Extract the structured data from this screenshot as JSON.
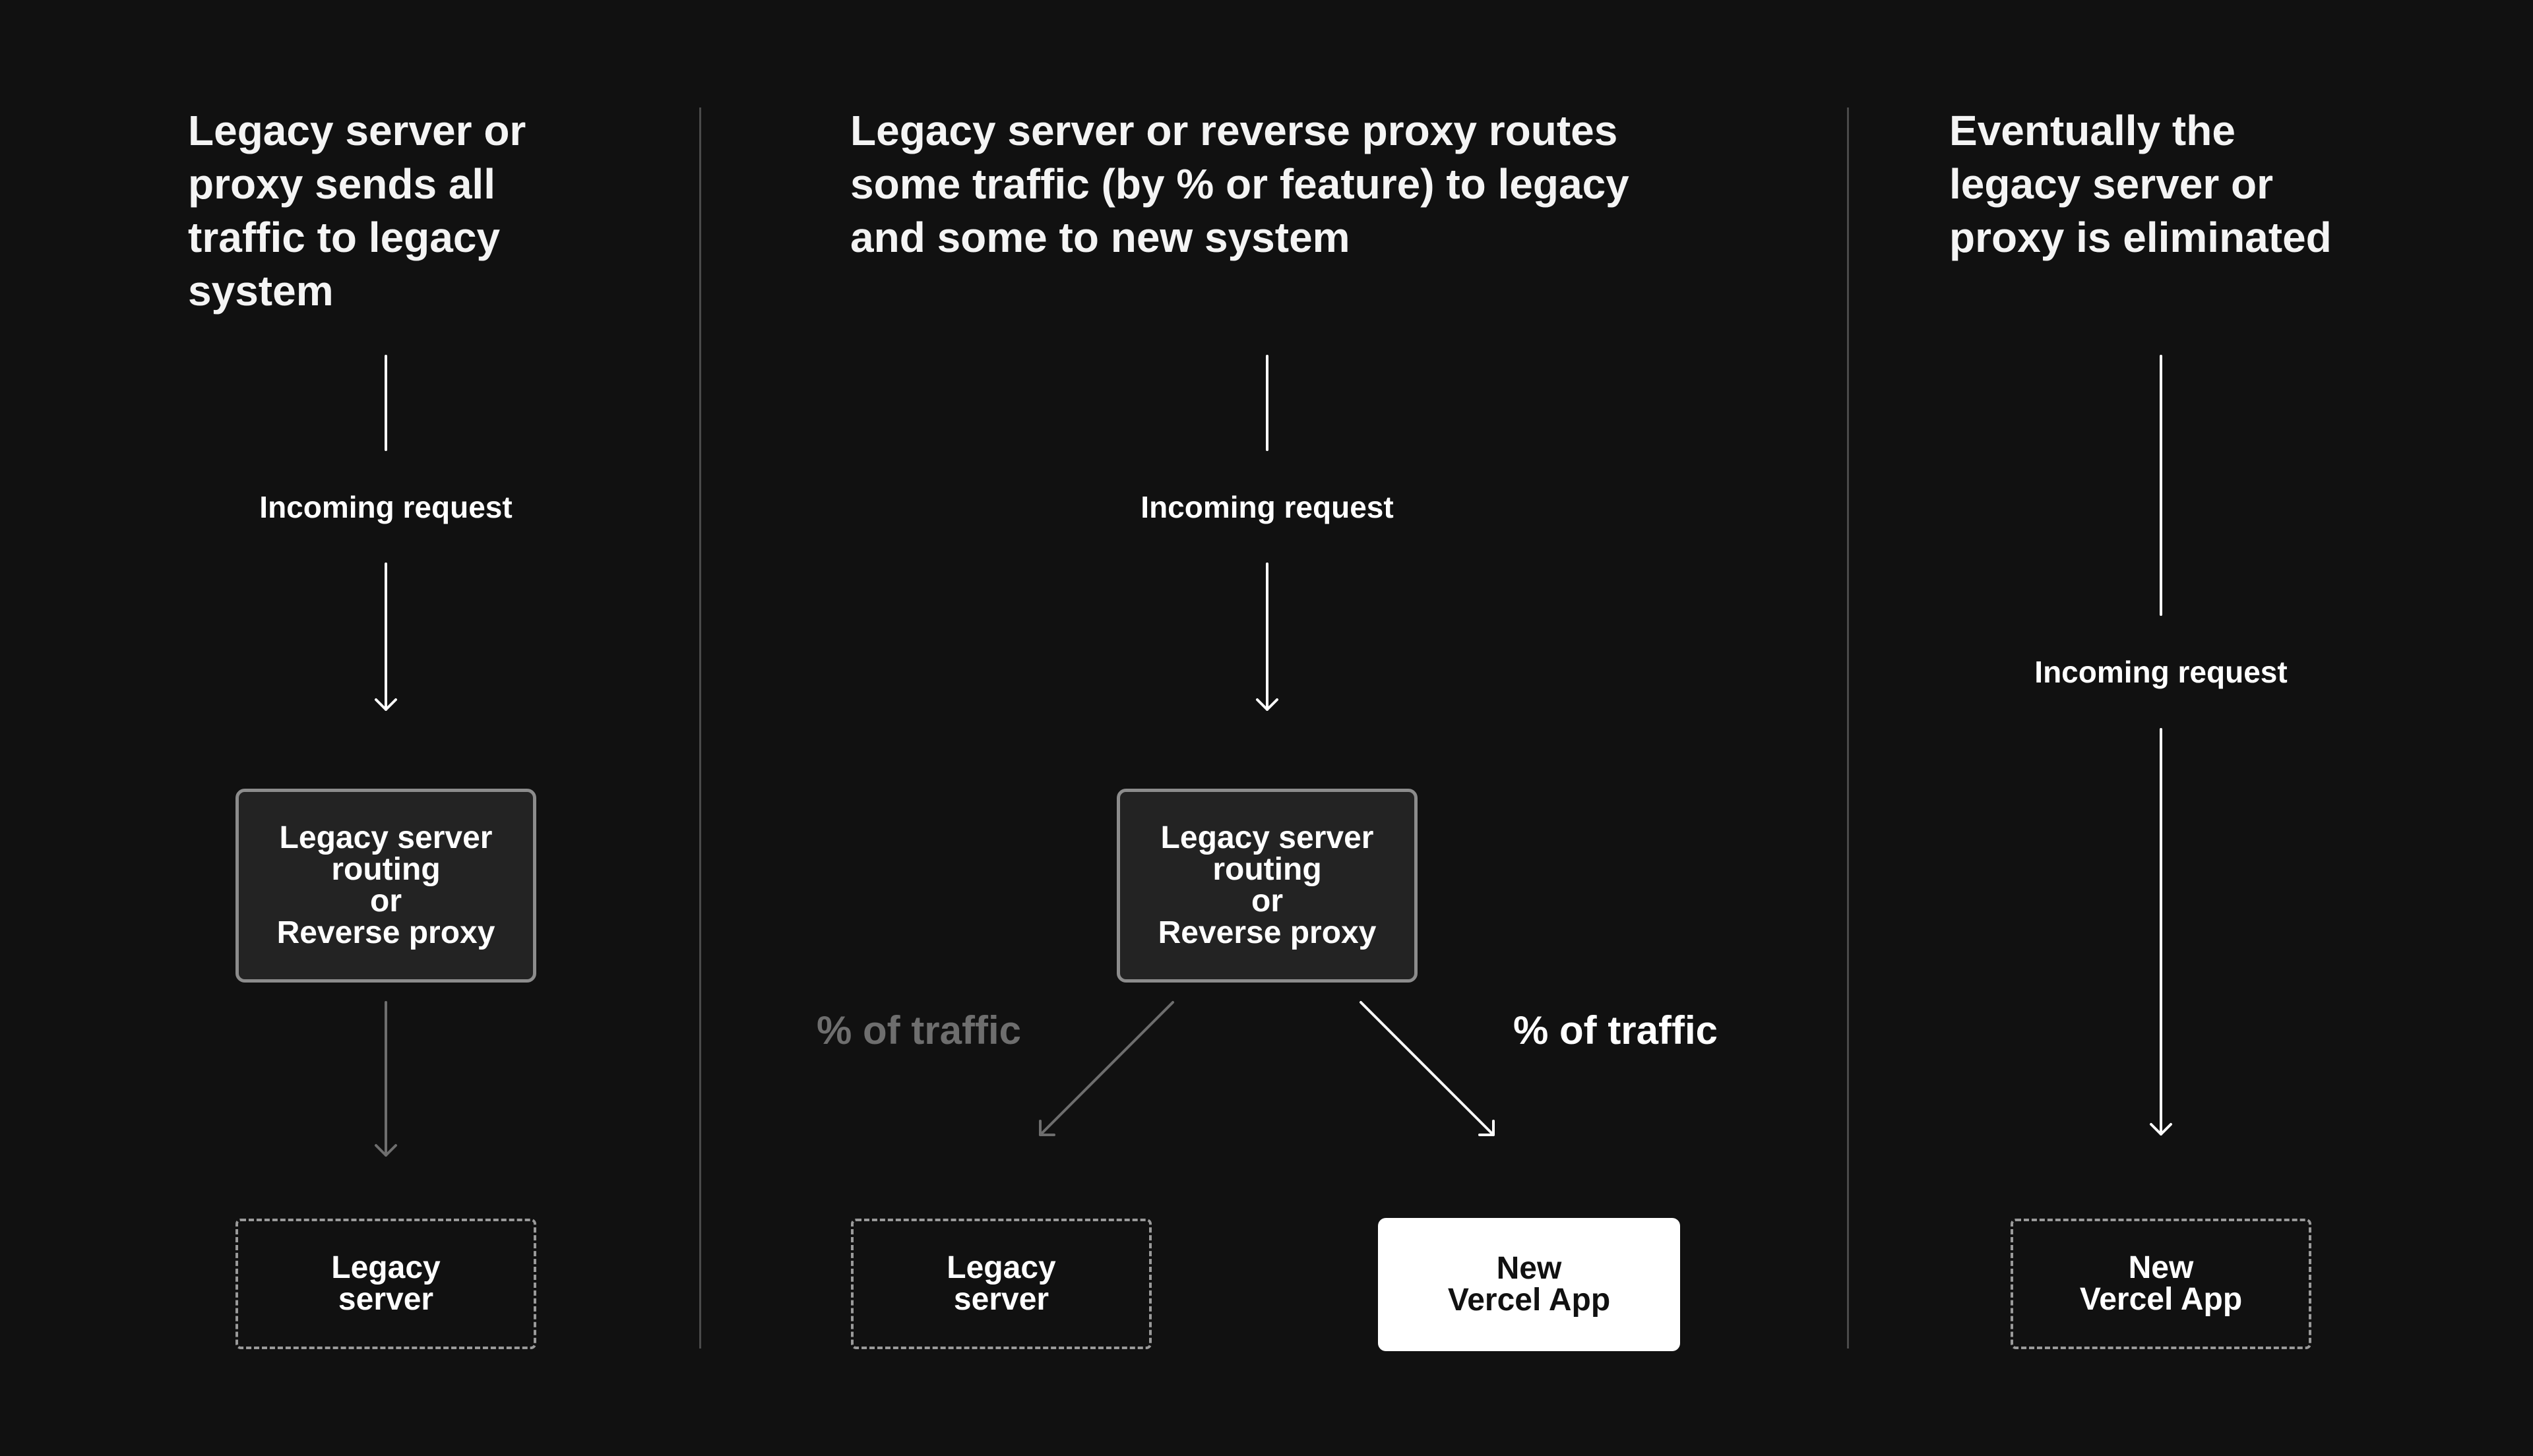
{
  "columns": [
    {
      "heading": "Legacy server or proxy sends all traffic to legacy system",
      "incoming_label": "Incoming request",
      "router_lines": [
        "Legacy server",
        "routing",
        "or",
        "Reverse proxy"
      ],
      "target_lines": [
        "Legacy",
        "server"
      ]
    },
    {
      "heading": "Legacy server or reverse proxy routes some traffic (by % or feature) to legacy and some to new system",
      "incoming_label": "Incoming request",
      "router_lines": [
        "Legacy server",
        "routing",
        "or",
        "Reverse proxy"
      ],
      "left_traffic_label": "% of traffic",
      "right_traffic_label": "% of traffic",
      "legacy_target_lines": [
        "Legacy",
        "server"
      ],
      "new_target_lines": [
        "New",
        "Vercel App"
      ]
    },
    {
      "heading": "Eventually the legacy server or proxy is eliminated",
      "incoming_label": "Incoming request",
      "target_lines": [
        "New",
        "Vercel App"
      ]
    }
  ],
  "colors": {
    "background": "#111111",
    "text": "#ffffff",
    "muted": "#6e6e6e",
    "router_fill": "#232323",
    "router_border": "#8c8c8c",
    "divider": "#4a4a4a"
  }
}
